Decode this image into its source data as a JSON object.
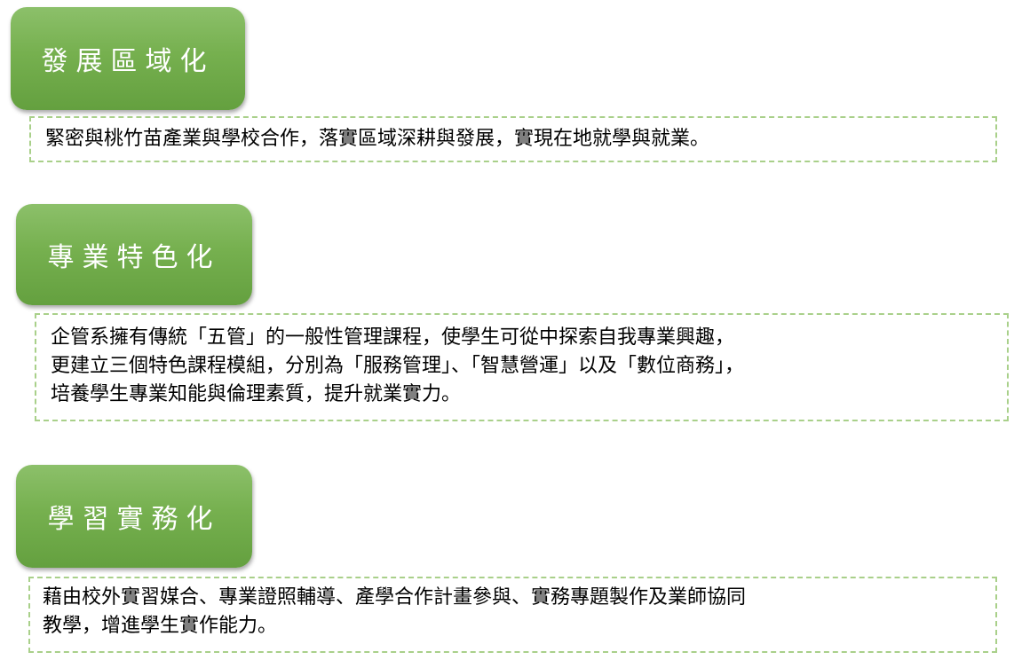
{
  "sections": [
    {
      "title": "發展區域化",
      "lines": [
        "緊密與桃竹苗產業與學校合作，落實區域深耕與發展，實現在地就學與就業。"
      ]
    },
    {
      "title": "專業特色化",
      "lines": [
        "企管系擁有傳統「五管」的一般性管理課程，使學生可從中探索自我專業興趣，",
        "更建立三個特色課程模組，分別為「服務管理」、「智慧營運」以及「數位商務」，",
        "培養學生專業知能與倫理素質，提升就業實力。"
      ]
    },
    {
      "title": "學習實務化",
      "lines": [
        "藉由校外實習媒合、專業證照輔導、產學合作計畫參與、實務專題製作及業師協同",
        "教學，增進學生實作能力。"
      ]
    }
  ],
  "colors": {
    "tag_green": "#76b04f",
    "border_green": "#a9d08a",
    "text": "#000000"
  }
}
